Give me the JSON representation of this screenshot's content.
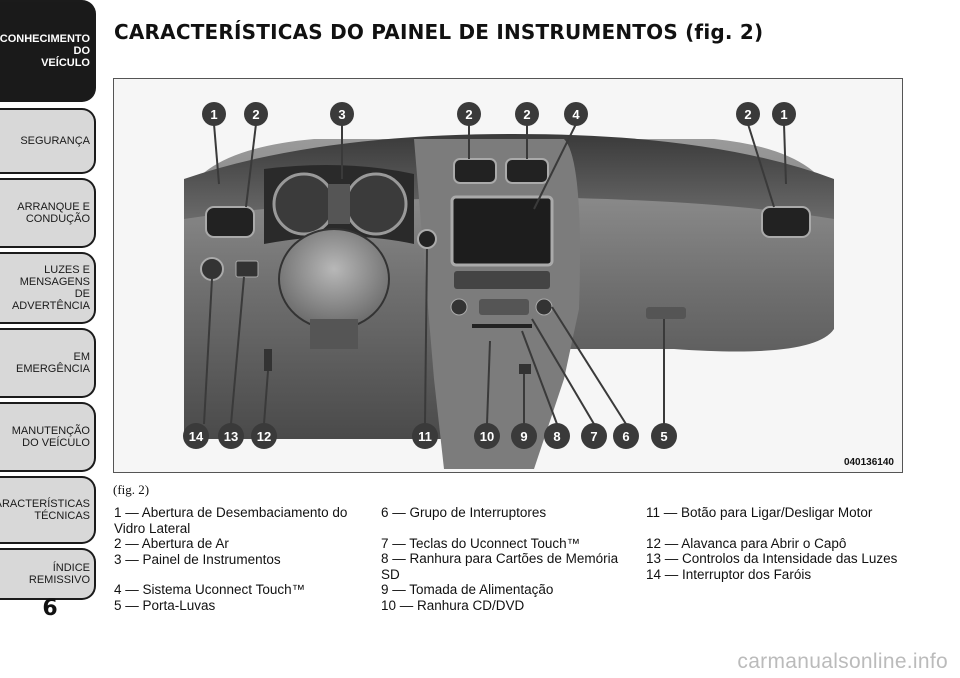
{
  "sidebar": {
    "tabs": [
      {
        "label": "CONHECIMENTO\nDO\nVEÍCULO",
        "active": true
      },
      {
        "label": "SEGURANÇA",
        "active": false
      },
      {
        "label": "ARRANQUE E\nCONDUÇÃO",
        "active": false
      },
      {
        "label": "LUZES E\nMENSAGENS\nDE\nADVERTÊNCIA",
        "active": false
      },
      {
        "label": "EM\nEMERGÊNCIA",
        "active": false
      },
      {
        "label": "MANUTENÇÃO\nDO VEÍCULO",
        "active": false
      },
      {
        "label": "CARACTERÍSTICAS\nTÉCNICAS",
        "active": false
      },
      {
        "label": "ÍNDICE\nREMISSIVO",
        "active": false
      }
    ],
    "page_number": "6"
  },
  "title": "CARACTERÍSTICAS DO PAINEL DE INSTRUMENTOS (fig. 2)",
  "figure": {
    "code": "040136140",
    "caption": "(fig. 2)",
    "callouts": [
      "1",
      "2",
      "3",
      "2",
      "2",
      "4",
      "2",
      "1",
      "14",
      "13",
      "12",
      "11",
      "10",
      "9",
      "8",
      "7",
      "6",
      "5"
    ]
  },
  "legend": {
    "col1": [
      "1 — Abertura de Desembaciamento do Vidro Lateral",
      "2 — Abertura de Ar",
      "3 — Painel de Instrumentos",
      "4 — Sistema Uconnect Touch™",
      "5 — Porta-Luvas"
    ],
    "col2": [
      "6 — Grupo de Interruptores",
      "7 — Teclas do Uconnect Touch™",
      "8 — Ranhura para Cartões de Memória SD",
      "9 — Tomada de Alimentação",
      "10 — Ranhura CD/DVD"
    ],
    "col3": [
      "11 — Botão para Ligar/Desligar Motor",
      "12 — Alavanca para Abrir o Capô",
      "13 — Controlos da Intensidade das Luzes",
      "14 — Interruptor dos Faróis"
    ]
  },
  "watermark": "carmanualsonline.info",
  "colors": {
    "tab_bg": "#d8d8d8",
    "tab_active_bg": "#1a1a1a",
    "callout": "#3a3a3a"
  }
}
